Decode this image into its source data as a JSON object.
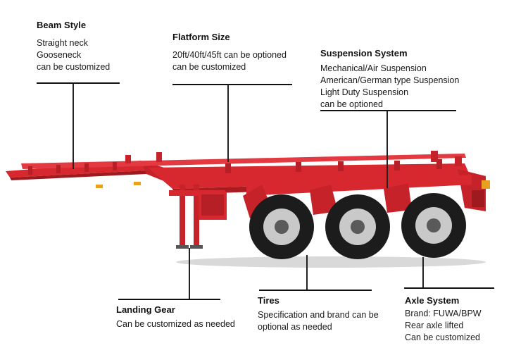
{
  "callouts": {
    "beam_style": {
      "title": "Beam Style",
      "lines": [
        "Straight neck",
        "Gooseneck",
        "can be customized"
      ]
    },
    "platform_size": {
      "title": "Flatform Size",
      "lines": [
        "20ft/40ft/45ft can be optioned",
        "can be customized"
      ]
    },
    "suspension": {
      "title": "Suspension System",
      "lines": [
        "Mechanical/Air Suspension",
        "American/German type Suspension",
        "Light Duty Suspension",
        "can be  optioned"
      ]
    },
    "landing_gear": {
      "title": "Landing Gear",
      "lines": [
        "Can be customized as needed"
      ]
    },
    "tires": {
      "title": "Tires",
      "lines": [
        "Specification and brand can be",
        "optional as needed"
      ]
    },
    "axle": {
      "title": "Axle System",
      "lines": [
        "Brand: FUWA/BPW",
        "Rear axle lifted",
        "Can be customized"
      ]
    }
  },
  "colors": {
    "frame_red": "#d8282f",
    "frame_dark": "#9e1a1f",
    "tire": "#1c1c1c",
    "rim": "#c9c9c9"
  }
}
